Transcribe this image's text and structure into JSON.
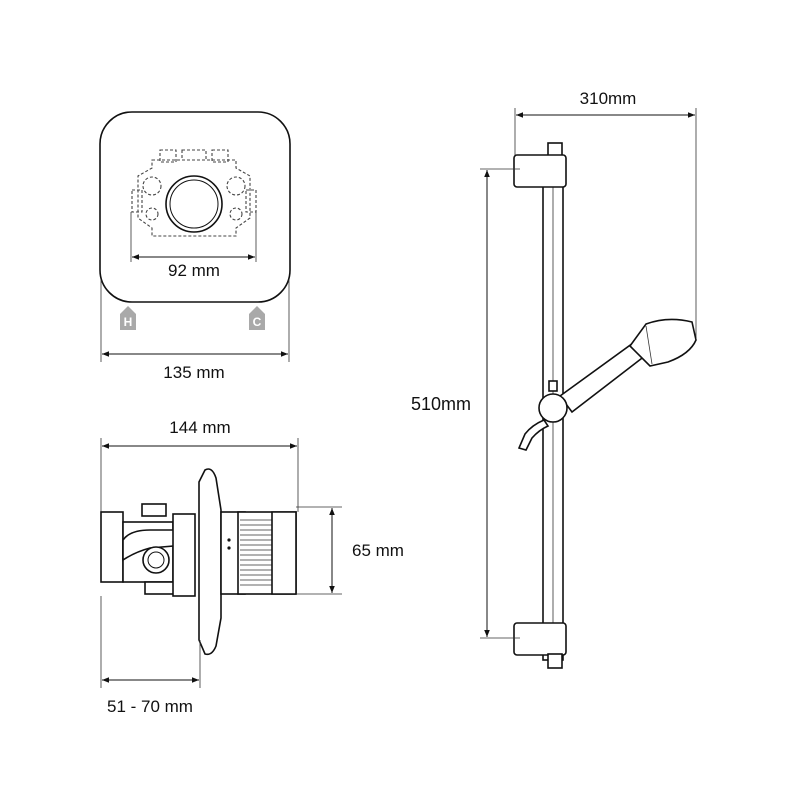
{
  "dimensions": {
    "valve_inner_width": "92 mm",
    "plate_width": "135 mm",
    "body_depth": "144 mm",
    "body_height": "65 mm",
    "wall_depth_range": "51 - 70 mm",
    "rail_width": "310mm",
    "rail_length": "510mm"
  },
  "inlet_labels": {
    "hot": "H",
    "cold": "C"
  },
  "colors": {
    "line": "#111111",
    "badge": "#a9a9a9",
    "background": "#ffffff"
  }
}
